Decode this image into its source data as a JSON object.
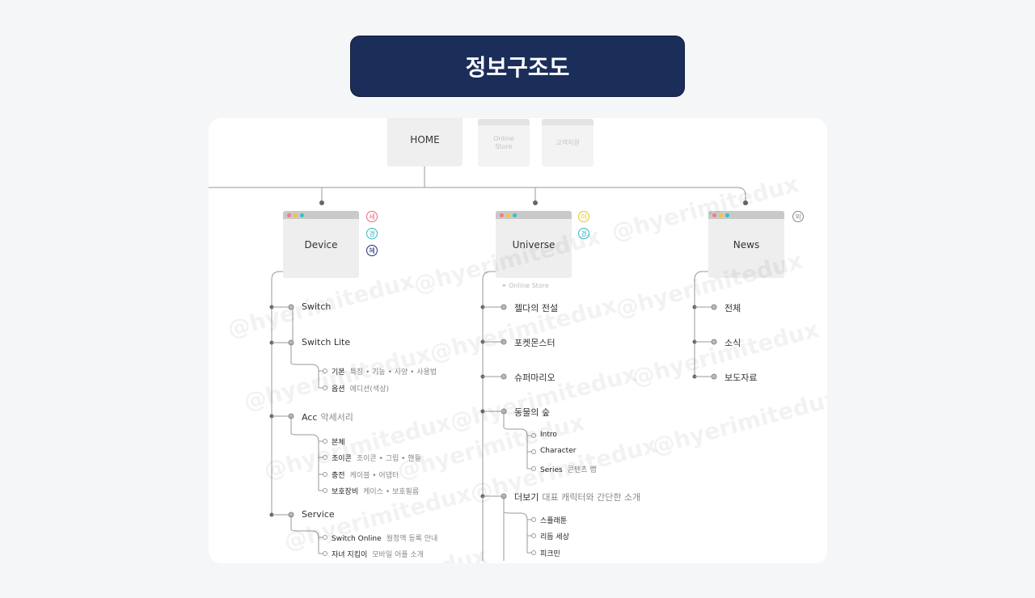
{
  "title": "정보구조도",
  "home": {
    "label": "HOME"
  },
  "ghost_pages": {
    "online_store": "Online Store",
    "support": "고객지원"
  },
  "sections": {
    "device": {
      "label": "Device",
      "badges": [
        {
          "text": "세",
          "color": "#e96b7b"
        },
        {
          "text": "경",
          "color": "#2cb8c4"
        },
        {
          "text": "혜",
          "color": "#1b2e7a"
        }
      ],
      "items": [
        {
          "label": "Switch"
        },
        {
          "label": "Switch Lite",
          "children": [
            {
              "label": "기본",
              "sub": "특징 • 기능 • 사양 • 사용법"
            },
            {
              "label": "옵션",
              "sub": "에디션(색상)"
            }
          ]
        },
        {
          "label": "Acc",
          "sub": "악세서리",
          "children": [
            {
              "label": "본체",
              "sub": ""
            },
            {
              "label": "조이콘",
              "sub": "조이콘 • 그립 • 핸들"
            },
            {
              "label": "충전",
              "sub": "케이블 • 어댑터"
            },
            {
              "label": "보호장비",
              "sub": "케이스 • 보호필름"
            }
          ]
        },
        {
          "label": "Service",
          "children": [
            {
              "label": "Switch Online",
              "sub": "월정액 등록 안내"
            },
            {
              "label": "자녀 지킴이",
              "sub": "모바일 어플 소개"
            }
          ]
        }
      ]
    },
    "universe": {
      "label": "Universe",
      "link_note": "Online Store",
      "badges": [
        {
          "text": "이",
          "color": "#e8c21c"
        },
        {
          "text": "경",
          "color": "#2cb8c4"
        }
      ],
      "items": [
        {
          "label": "젤다의 전설"
        },
        {
          "label": "포켓몬스터"
        },
        {
          "label": "슈퍼마리오"
        },
        {
          "label": "동물의 숲",
          "children": [
            {
              "label": "Intro",
              "sub": ""
            },
            {
              "label": "Character",
              "sub": ""
            },
            {
              "label": "Series",
              "sub": "콘텐츠 랩"
            }
          ]
        },
        {
          "label": "더보기",
          "sub": "대표 캐릭터와 간단한 소개",
          "children": [
            {
              "label": "스플래툰",
              "sub": ""
            },
            {
              "label": "리듬 세상",
              "sub": ""
            },
            {
              "label": "피크민",
              "sub": ""
            }
          ]
        }
      ]
    },
    "news": {
      "label": "News",
      "badges": [
        {
          "text": "외",
          "color": "#888888"
        }
      ],
      "items": [
        {
          "label": "전체"
        },
        {
          "label": "소식"
        },
        {
          "label": "보도자료"
        }
      ]
    }
  },
  "watermark": "@hyerimitedux"
}
